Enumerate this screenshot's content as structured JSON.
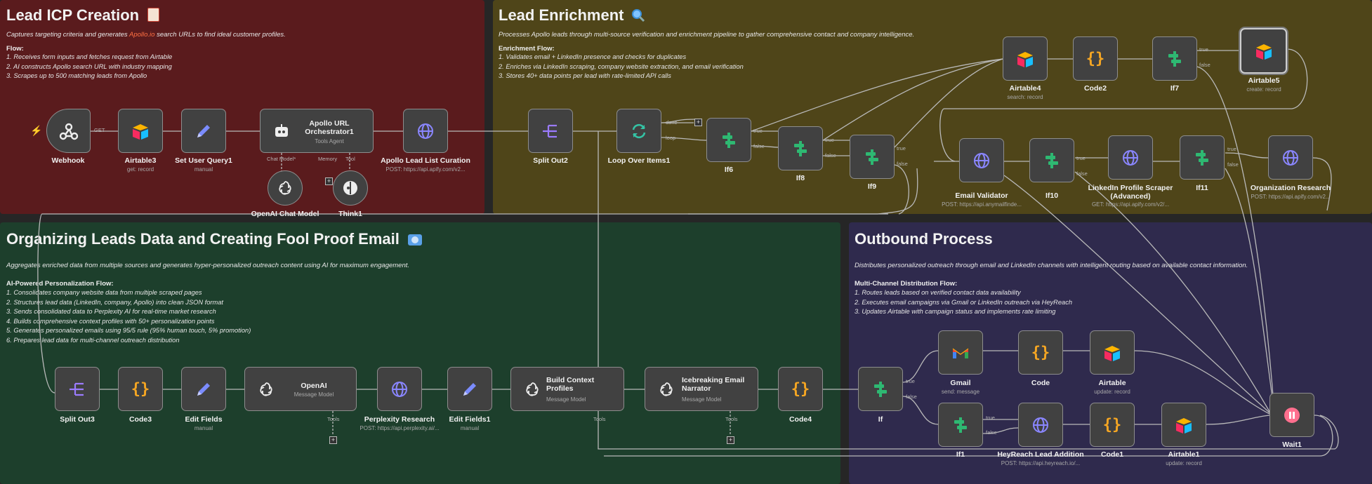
{
  "sections": {
    "icp": {
      "title": "Lead ICP Creation",
      "title_icon": "notepad-icon",
      "desc_pre": "Captures targeting criteria and generates ",
      "desc_link": "Apollo.io",
      "desc_post": " search URLs to find ideal customer profiles.",
      "flow_heading": "Flow:",
      "flow_items": [
        "1. Receives form inputs and fetches request from Airtable",
        "2. AI constructs Apollo search URL with industry mapping",
        "3. Scrapes up to 500 matching leads from Apollo"
      ]
    },
    "enrich": {
      "title": "Lead Enrichment",
      "title_icon": "magnifier-icon",
      "desc": "Processes Apollo leads through multi-source verification and enrichment pipeline to gather comprehensive contact and company intelligence.",
      "flow_heading": "Enrichment Flow:",
      "flow_items": [
        "1. Validates email + LinkedIn presence and checks for duplicates",
        "2. Enriches via LinkedIn scraping, company website extraction, and email verification",
        "3. Stores 40+ data points per lead with rate-limited API calls"
      ]
    },
    "organize": {
      "title": "Organizing Leads Data and Creating Fool Proof Email",
      "title_icon": "email-icon",
      "desc": "Aggregates enriched data from multiple sources and generates hyper-personalized outreach content using AI for maximum engagement.",
      "flow_heading": "AI-Powered Personalization Flow:",
      "flow_items": [
        "1. Consolidates company website data from multiple scraped pages",
        "2. Structures lead data (LinkedIn, company, Apollo) into clean JSON format",
        "3. Sends consolidated data to Perplexity AI for real-time market research",
        "4. Builds comprehensive context profiles with 50+ personalization points",
        "5. Generates personalized emails using 95/5 rule (95% human touch, 5% promotion)",
        "6. Prepares lead data for multi-channel outreach distribution"
      ]
    },
    "outbound": {
      "title": "Outbound Process",
      "desc": "Distributes personalized outreach through email and LinkedIn channels with intelligent routing based on available contact information.",
      "flow_heading": "Multi-Channel Distribution Flow:",
      "flow_items": [
        "1. Routes leads based on verified contact data availability",
        "2. Executes email campaigns via Gmail or LinkedIn outreach via HeyReach",
        "3. Updates Airtable with campaign status and implements rate limiting"
      ]
    }
  },
  "nodes": {
    "webhook": {
      "label": "Webhook",
      "icon": "webhook-icon"
    },
    "airtable3": {
      "label": "Airtable3",
      "sub": "get: record",
      "icon": "airtable-icon"
    },
    "setuser": {
      "label": "Set User Query1",
      "sub": "manual",
      "icon": "pencil-icon"
    },
    "apollo_orch": {
      "label": "Apollo URL Orchestrator1",
      "sub": "Tools Agent",
      "icon": "robot-icon"
    },
    "apollo_list": {
      "label": "Apollo Lead List Curation",
      "sub": "POST: https://api.apify.com/v2...",
      "icon": "globe-icon"
    },
    "openai_chat": {
      "label": "OpenAI Chat Model",
      "icon": "openai-icon"
    },
    "think1": {
      "label": "Think1",
      "icon": "think-icon"
    },
    "splitout2": {
      "label": "Split Out2",
      "icon": "split-icon"
    },
    "loop": {
      "label": "Loop Over Items1",
      "icon": "loop-icon"
    },
    "if6": {
      "label": "If6",
      "icon": "if-icon"
    },
    "if8": {
      "label": "If8",
      "icon": "if-icon"
    },
    "if9": {
      "label": "If9",
      "icon": "if-icon"
    },
    "airtable4": {
      "label": "Airtable4",
      "sub": "search: record",
      "icon": "airtable-icon"
    },
    "code2": {
      "label": "Code2",
      "icon": "code-icon"
    },
    "if7": {
      "label": "If7",
      "icon": "if-icon"
    },
    "airtable5": {
      "label": "Airtable5",
      "sub": "create: record",
      "icon": "airtable-icon"
    },
    "email_validator": {
      "label": "Email Validator",
      "sub": "POST: https://api.anymailfinde...",
      "icon": "globe-icon"
    },
    "if10": {
      "label": "If10",
      "icon": "if-icon"
    },
    "linkedin_scraper": {
      "label": "LinkedIn Profile Scraper (Advanced)",
      "sub": "GET: https://api.apify.com/v2/...",
      "icon": "globe-icon"
    },
    "if11": {
      "label": "If11",
      "icon": "if-icon"
    },
    "org_research": {
      "label": "Organization Research",
      "sub": "POST: https://api.apify.com/v2...",
      "icon": "globe-icon"
    },
    "splitout3": {
      "label": "Split Out3",
      "icon": "split-icon"
    },
    "code3": {
      "label": "Code3",
      "icon": "code-icon"
    },
    "editfields": {
      "label": "Edit Fields",
      "sub": "manual",
      "icon": "pencil-icon"
    },
    "openai_msg": {
      "label": "OpenAI",
      "sub": "Message Model",
      "icon": "openai-icon"
    },
    "perplexity": {
      "label": "Perplexity Research",
      "sub": "POST: https://api.perplexity.ai/...",
      "icon": "globe-icon"
    },
    "editfields1": {
      "label": "Edit Fields1",
      "sub": "manual",
      "icon": "pencil-icon"
    },
    "build_ctx": {
      "label": "Build Context Profiles",
      "sub": "Message Model",
      "icon": "openai-icon"
    },
    "icebreak": {
      "label": "Icebreaking Email Narrator",
      "sub": "Message Model",
      "icon": "openai-icon"
    },
    "code4": {
      "label": "Code4",
      "icon": "code-icon"
    },
    "if": {
      "label": "If",
      "icon": "if-icon"
    },
    "gmail": {
      "label": "Gmail",
      "sub": "send: message",
      "icon": "gmail-icon"
    },
    "code": {
      "label": "Code",
      "icon": "code-icon"
    },
    "airtable": {
      "label": "Airtable",
      "sub": "update: record",
      "icon": "airtable-icon"
    },
    "if1": {
      "label": "If1",
      "icon": "if-icon"
    },
    "heyreach": {
      "label": "HeyReach Lead Addition",
      "sub": "POST: https://api.heyreach.io/...",
      "icon": "globe-icon"
    },
    "code1": {
      "label": "Code1",
      "icon": "code-icon"
    },
    "airtable1": {
      "label": "Airtable1",
      "sub": "update: record",
      "icon": "airtable-icon"
    },
    "wait1": {
      "label": "Wait1",
      "icon": "pause-icon"
    }
  },
  "ports": {
    "get": "GET",
    "chat_model": "Chat Model*",
    "memory": "Memory",
    "tool": "Tool",
    "done": "done",
    "loop": "loop",
    "true": "true",
    "false": "false",
    "tools": "Tools"
  },
  "colors": {
    "icp_bg": "#5a1b1d",
    "enrich_bg": "#4f4519",
    "organize_bg": "#1d3f2c",
    "outbound_bg": "#2f2a4d",
    "node_bg": "#414141",
    "if_green": "#2eb872",
    "code_orange": "#f5a623",
    "accent_link": "#ff7043"
  }
}
